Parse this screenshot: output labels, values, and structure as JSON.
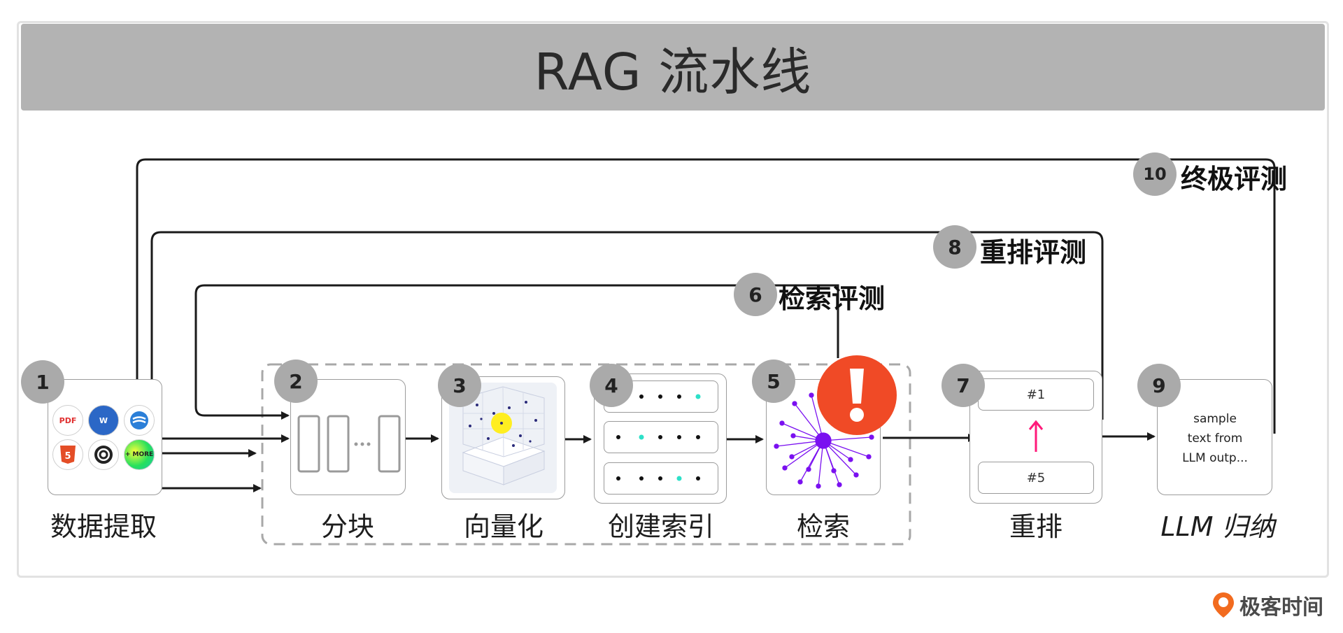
{
  "title": "RAG 流水线",
  "steps": [
    {
      "num": "1",
      "label": "数据提取"
    },
    {
      "num": "2",
      "label": "分块"
    },
    {
      "num": "3",
      "label": "向量化"
    },
    {
      "num": "4",
      "label": "创建索引"
    },
    {
      "num": "5",
      "label": "检索"
    },
    {
      "num": "7",
      "label": "重排"
    },
    {
      "num": "9",
      "label": "LLM 归纳"
    }
  ],
  "evaluations": [
    {
      "num": "6",
      "label": "检索评测"
    },
    {
      "num": "8",
      "label": "重排评测"
    },
    {
      "num": "10",
      "label": "终极评测"
    }
  ],
  "source_icons": [
    "pdf-icon",
    "word-icon",
    "web-icon",
    "html5-icon",
    "openai-icon",
    "more-icon"
  ],
  "more_text": "+ MORE",
  "rerank": {
    "top": "#1",
    "bottom": "#5"
  },
  "llm_output": {
    "line1": "sample",
    "line2": "text from",
    "line3": "LLM outp..."
  },
  "brand": "极客时间",
  "colors": {
    "alert": "#f04a26",
    "accent_purple": "#7a10f0",
    "rerank_arrow": "#ff1a7a",
    "teal_dot": "#2de0c8"
  }
}
